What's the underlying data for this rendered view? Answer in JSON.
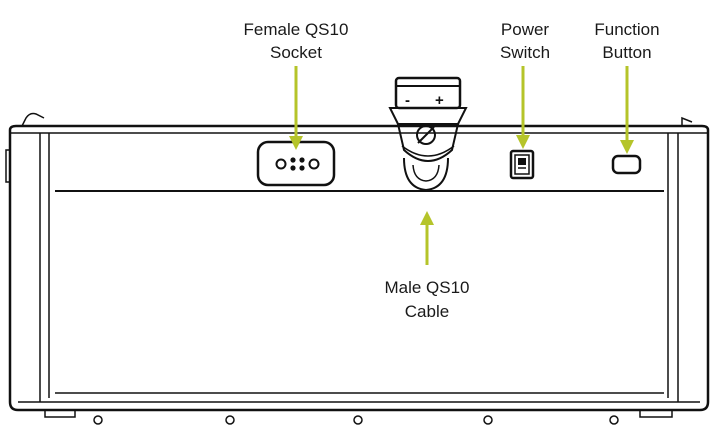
{
  "labels": {
    "female_socket": [
      "Female QS10",
      "Socket"
    ],
    "power_switch": [
      "Power",
      "Switch"
    ],
    "function_button": [
      "Function",
      "Button"
    ],
    "male_cable": [
      "Male QS10",
      "Cable"
    ]
  },
  "cable_plug": {
    "minus": "-",
    "plus": "+"
  },
  "colors": {
    "arrow": "#b5c42a",
    "outline": "#111111",
    "background": "#ffffff"
  }
}
